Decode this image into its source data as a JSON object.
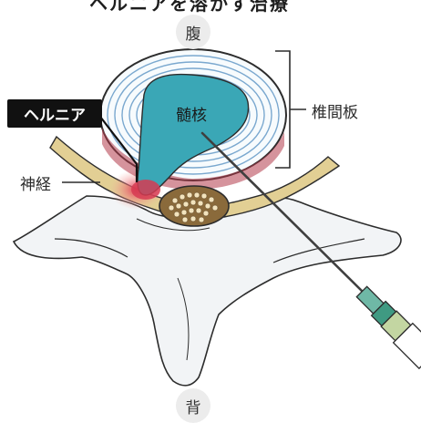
{
  "title": "ヘルニアを溶かす治療",
  "labels": {
    "belly": "腹",
    "back": "背",
    "hernia": "ヘルニア",
    "nucleus": "髄核",
    "disc": "椎間板",
    "nerve": "神経"
  },
  "colors": {
    "nucleus": "#3aa7b6",
    "annulus_ring": "#c7e3f1",
    "annulus_line": "#6a9cc8",
    "bone": "#f1f3f5",
    "bone_outline": "#2c2c2c",
    "nerve": "#d7c48e",
    "hernia_red": "#d63b52",
    "spinal_cord": "#8a6a3b",
    "needle": "#4a4a4a",
    "syringe_hub": "#4ba890"
  }
}
